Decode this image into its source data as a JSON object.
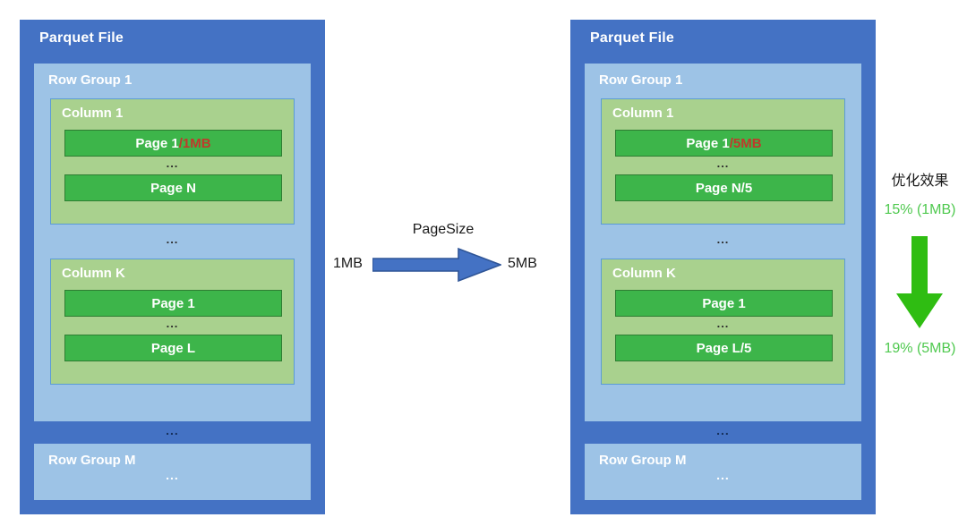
{
  "diagram": {
    "title_hidden": "Parquet page size optimization before/after",
    "panels": [
      {
        "id": "before",
        "panel_title": "Parquet File",
        "row_groups": [
          {
            "label": "Row Group 1",
            "columns": [
              {
                "label": "Column 1",
                "first_page": "Page 1",
                "first_page_suffix": "/1MB",
                "ellipsis": "...",
                "last_page": "Page N"
              },
              {
                "label": "Column K",
                "first_page": "Page 1",
                "first_page_suffix": "",
                "ellipsis": "...",
                "last_page": "Page L"
              }
            ],
            "between_columns_ellipsis": "..."
          },
          {
            "label": "Row Group M",
            "inner_ellipsis": "..."
          }
        ],
        "between_rowgroups_ellipsis": "..."
      },
      {
        "id": "after",
        "panel_title": "Parquet File",
        "row_groups": [
          {
            "label": "Row Group 1",
            "columns": [
              {
                "label": "Column 1",
                "first_page": "Page 1",
                "first_page_suffix": "/5MB",
                "ellipsis": "...",
                "last_page": "Page N/5"
              },
              {
                "label": "Column K",
                "first_page": "Page 1",
                "first_page_suffix": "",
                "ellipsis": "...",
                "last_page": "Page L/5"
              }
            ],
            "between_columns_ellipsis": "..."
          },
          {
            "label": "Row Group M",
            "inner_ellipsis": "..."
          }
        ],
        "between_rowgroups_ellipsis": "..."
      }
    ],
    "transition": {
      "label": "PageSize",
      "from_value": "1MB",
      "to_value": "5MB",
      "arrow_icon": "right-arrow-icon"
    },
    "optimization": {
      "title": "优化效果",
      "top_value": "15% (1MB)",
      "bottom_value": "19% (5MB)",
      "arrow_icon": "down-arrow-icon"
    },
    "colors": {
      "panel_blue": "#4472C4",
      "row_group_blue": "#9DC3E6",
      "column_green": "#A9D18E",
      "page_green": "#3DB54A",
      "page_suffix_red": "#C0392B",
      "optimization_green": "#4FC94F",
      "green_arrow": "#2FBD12",
      "blue_arrow": "#4472C4"
    }
  }
}
